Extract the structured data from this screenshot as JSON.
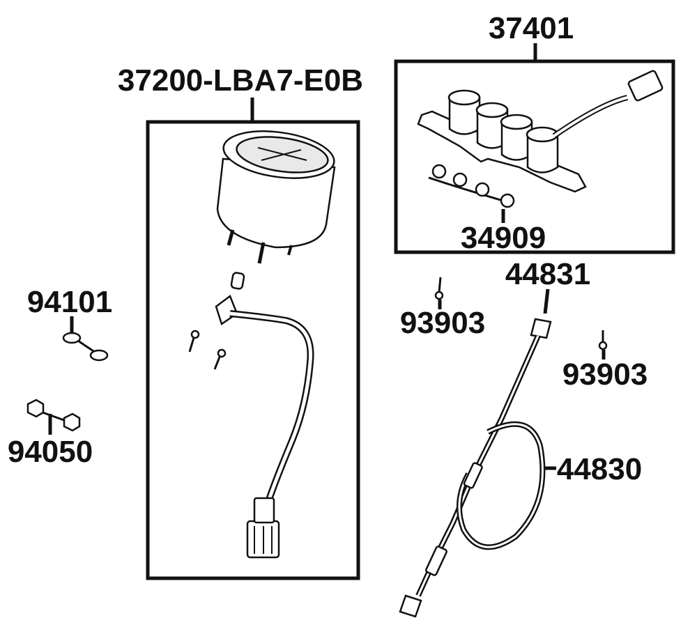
{
  "parts": {
    "speedometer_assembly": "37200-LBA7-E0B",
    "indicator_panel": "37401",
    "bulb_socket": "34909",
    "washer": "94101",
    "nut": "94050",
    "screw_left": "93903",
    "screw_right": "93903",
    "cable_inner": "44831",
    "cable_outer": "44830"
  }
}
